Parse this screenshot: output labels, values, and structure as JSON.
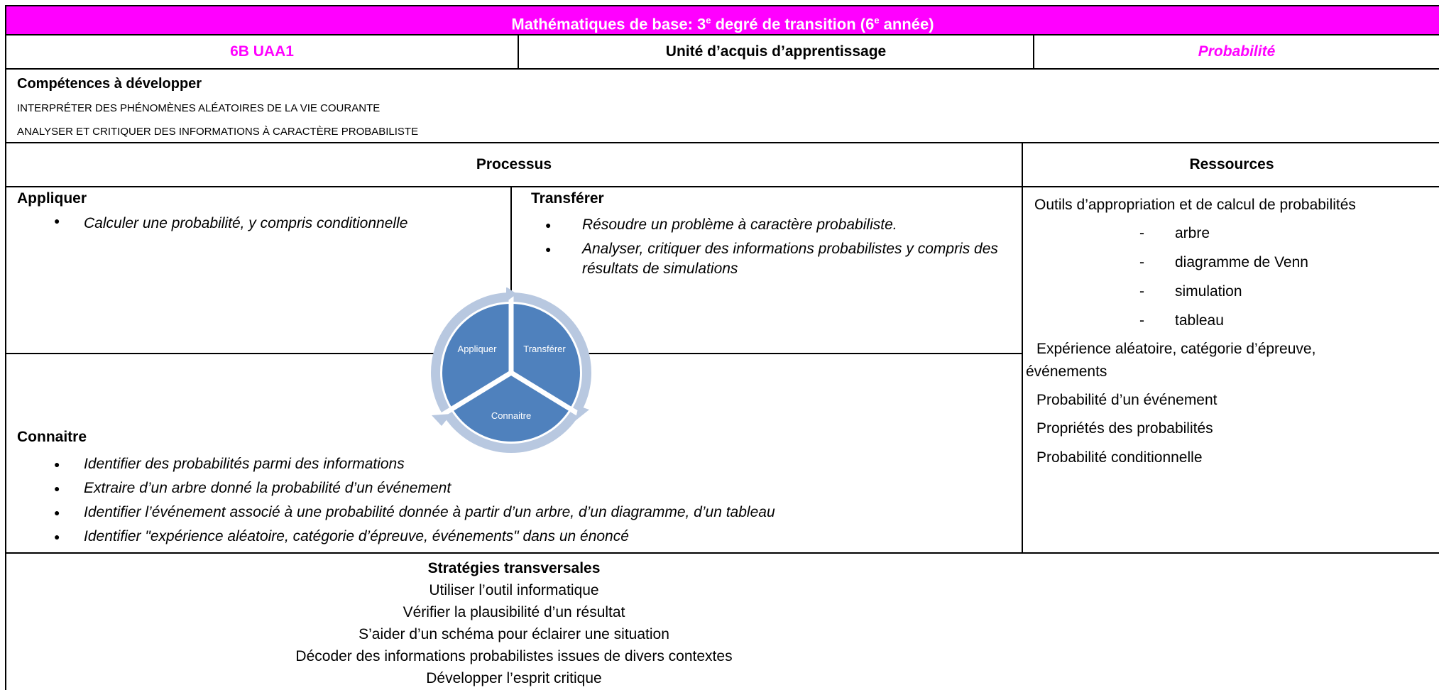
{
  "header": {
    "title_main": "Mathématiques de base: 3",
    "title_sup1": "e",
    "title_mid": " degré de transition (6",
    "title_sup2": "e",
    "title_end": " année)"
  },
  "unit_row": {
    "code": "6B UAA1",
    "label": "Unité d’acquis d’apprentissage",
    "subject": "Probabilité"
  },
  "competences": {
    "heading": "Compétences à développer",
    "items": [
      "INTERPRÉTER DES PHÉNOMÈNES ALÉATOIRES DE LA VIE COURANTE",
      "ANALYSER ET CRITIQUER DES INFORMATIONS À CARACTÈRE PROBABILISTE"
    ]
  },
  "columns": {
    "processus": "Processus",
    "ressources": "Ressources"
  },
  "appliquer": {
    "heading": "Appliquer",
    "items": [
      "Calculer une probabilité, y compris conditionnelle"
    ]
  },
  "transferer": {
    "heading": "Transférer",
    "items": [
      "Résoudre un problème à caractère probabiliste.",
      "Analyser, critiquer des informations probabilistes y compris des résultats de simulations"
    ]
  },
  "connaitre": {
    "heading": "Connaitre",
    "items": [
      "Identifier des probabilités parmi des informations",
      "Extraire d’un arbre donné la probabilité d’un événement",
      "Identifier l’événement associé à une probabilité donnée à partir d’un arbre, d’un diagramme, d’un tableau",
      "Identifier \"expérience aléatoire, catégorie d’épreuve, événements\" dans un énoncé"
    ]
  },
  "cycle": {
    "appliquer": "Appliquer",
    "transferer": "Transférer",
    "connaitre": "Connaitre",
    "fill": "#4f81bd",
    "ring": "#b8c8e0"
  },
  "ressources": {
    "intro": "Outils d’appropriation et de calcul de probabilités",
    "tools": [
      "arbre",
      "diagramme de Venn",
      "simulation",
      "tableau"
    ],
    "dash": "-",
    "line1a": "Expérience aléatoire, catégorie d’épreuve,",
    "line1b": "événements",
    "others": [
      "Probabilité d’un événement",
      "Propriétés des probabilités",
      "Probabilité conditionnelle"
    ]
  },
  "strategies": {
    "heading": "Stratégies transversales",
    "items": [
      "Utiliser l’outil informatique",
      "Vérifier la plausibilité d’un résultat",
      "S’aider d’un schéma pour éclairer une situation",
      "Décoder des informations probabilistes issues de divers contextes",
      "Développer l’esprit critique"
    ]
  },
  "bullet": "●",
  "colors": {
    "accent": "#ff00ff",
    "border": "#000000"
  }
}
